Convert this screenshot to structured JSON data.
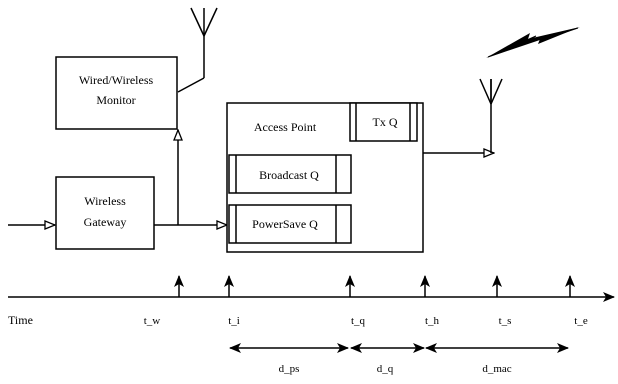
{
  "boxes": {
    "monitor": {
      "line1": "Wired/Wireless",
      "line2": "Monitor"
    },
    "gateway": {
      "line1": "Wireless",
      "line2": "Gateway"
    },
    "access_point": "Access Point",
    "tx_queue": "Tx Q",
    "broadcast_queue": "Broadcast Q",
    "powersave_queue": "PowerSave Q"
  },
  "timeline": {
    "axis_label": "Time",
    "markers": [
      "t_w",
      "t_i",
      "t_q",
      "t_h",
      "t_s",
      "t_e"
    ]
  },
  "intervals": [
    "d_ps",
    "d_q",
    "d_mac"
  ]
}
